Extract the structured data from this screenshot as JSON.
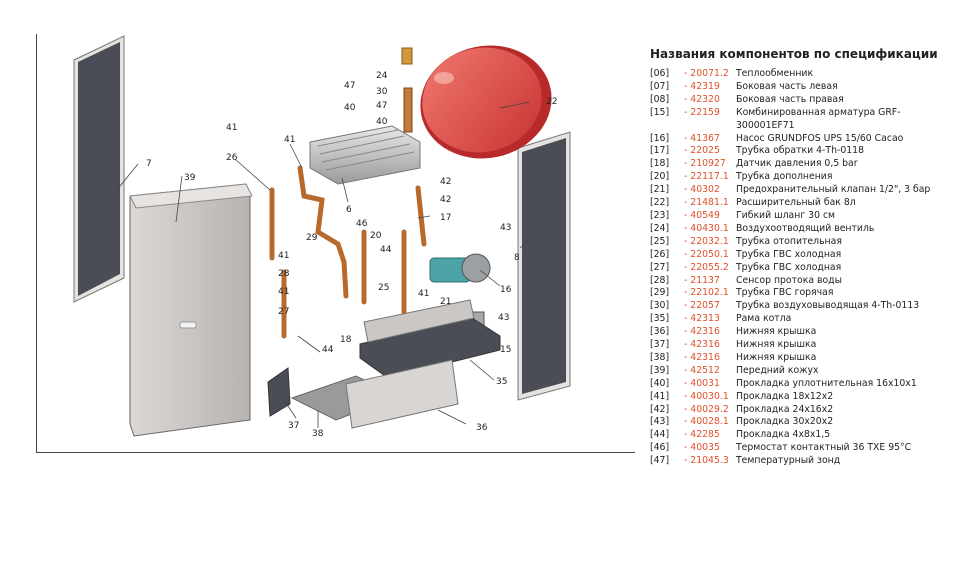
{
  "title": "Названия компонентов по спецификации",
  "parts": [
    {
      "ref": "[06]",
      "code": "- 20071.2",
      "name": "Теплообменник"
    },
    {
      "ref": "[07]",
      "code": "- 42319",
      "name": "Боковая часть левая"
    },
    {
      "ref": "[08]",
      "code": "- 42320",
      "name": "Боковая часть правая"
    },
    {
      "ref": "[15]",
      "code": "- 22159",
      "name": "Комбинированная арматура GRF-300001EF71"
    },
    {
      "ref": "[16]",
      "code": "- 41367",
      "name": "Насос GRUNDFOS UPS 15/60 Сасао"
    },
    {
      "ref": "[17]",
      "code": "- 22025",
      "name": "Трубка обратки 4-Th-0118"
    },
    {
      "ref": "[18]",
      "code": "- 210927",
      "name": "Датчик давления 0,5 bar"
    },
    {
      "ref": "[20]",
      "code": "- 22117.1",
      "name": "Трубка дополнения"
    },
    {
      "ref": "[21]",
      "code": "- 40302",
      "name": "Предохранительный клапан 1/2\", 3 бар"
    },
    {
      "ref": "[22]",
      "code": "- 21481.1",
      "name": "Расширительный бак 8л"
    },
    {
      "ref": "[23]",
      "code": "- 40549",
      "name": "Гибкий шланг 30 см"
    },
    {
      "ref": "[24]",
      "code": "- 40430.1",
      "name": "Воздухоотводящий вентиль"
    },
    {
      "ref": "[25]",
      "code": "- 22032.1",
      "name": "Трубка отопительная"
    },
    {
      "ref": "[26]",
      "code": "- 22050.1",
      "name": "Трубка ГВС холодная"
    },
    {
      "ref": "[27]",
      "code": "- 22055.2",
      "name": "Трубка ГВС холодная"
    },
    {
      "ref": "[28]",
      "code": "- 21137",
      "name": "Сенсор протока воды"
    },
    {
      "ref": "[29]",
      "code": "- 22102.1",
      "name": "Трубка ГВС горячая"
    },
    {
      "ref": "[30]",
      "code": "- 22057",
      "name": "Трубка воздуховыводящая 4-Th-0113"
    },
    {
      "ref": "[35]",
      "code": "- 42313",
      "name": "Рама котла"
    },
    {
      "ref": "[36]",
      "code": "- 42316",
      "name": "Нижняя крышка"
    },
    {
      "ref": "[37]",
      "code": "- 42316",
      "name": "Нижняя крышка"
    },
    {
      "ref": "[38]",
      "code": "- 42316",
      "name": "Нижняя крышка"
    },
    {
      "ref": "[39]",
      "code": "- 42512",
      "name": "Передний кожух"
    },
    {
      "ref": "[40]",
      "code": "- 40031",
      "name": "Прокладка уплотнительная 16х10х1"
    },
    {
      "ref": "[41]",
      "code": "- 40030.1",
      "name": "Прокладка 18х12х2"
    },
    {
      "ref": "[42]",
      "code": "- 40029.2",
      "name": "Прокладка 24х16х2"
    },
    {
      "ref": "[43]",
      "code": "- 40028.1",
      "name": "Прокладка 30х20х2"
    },
    {
      "ref": "[44]",
      "code": "- 42285",
      "name": "Прокладка 4х8х1,5"
    },
    {
      "ref": "[46]",
      "code": "- 40035",
      "name": "Термостат контактный 36 TXE 95°C"
    },
    {
      "ref": "[47]",
      "code": "- 21045.3",
      "name": "Температурный зонд"
    }
  ],
  "diagram": {
    "callouts": [
      {
        "id": "c7",
        "text": "7"
      },
      {
        "id": "c39",
        "text": "39"
      },
      {
        "id": "c26",
        "text": "26"
      },
      {
        "id": "c41a",
        "text": "41"
      },
      {
        "id": "c41b",
        "text": "41"
      },
      {
        "id": "c29",
        "text": "29"
      },
      {
        "id": "c47a",
        "text": "47"
      },
      {
        "id": "c40a",
        "text": "40"
      },
      {
        "id": "c24",
        "text": "24"
      },
      {
        "id": "c30",
        "text": "30"
      },
      {
        "id": "c47b",
        "text": "47"
      },
      {
        "id": "c40b",
        "text": "40"
      },
      {
        "id": "c22",
        "text": "22"
      },
      {
        "id": "c6",
        "text": "6"
      },
      {
        "id": "c42a",
        "text": "42"
      },
      {
        "id": "c42b",
        "text": "42"
      },
      {
        "id": "c17",
        "text": "17"
      },
      {
        "id": "c43a",
        "text": "43"
      },
      {
        "id": "c8",
        "text": "8"
      },
      {
        "id": "c16",
        "text": "16"
      },
      {
        "id": "c46",
        "text": "46"
      },
      {
        "id": "c20",
        "text": "20"
      },
      {
        "id": "c44a",
        "text": "44"
      },
      {
        "id": "c25",
        "text": "25"
      },
      {
        "id": "c41c",
        "text": "41"
      },
      {
        "id": "c28",
        "text": "28"
      },
      {
        "id": "c41d",
        "text": "41"
      },
      {
        "id": "c27",
        "text": "27"
      },
      {
        "id": "c44b",
        "text": "44"
      },
      {
        "id": "c18",
        "text": "18"
      },
      {
        "id": "c21",
        "text": "21"
      },
      {
        "id": "c41e",
        "text": "41"
      },
      {
        "id": "c43b",
        "text": "43"
      },
      {
        "id": "c15",
        "text": "15"
      },
      {
        "id": "c35",
        "text": "35"
      },
      {
        "id": "c37",
        "text": "37"
      },
      {
        "id": "c38",
        "text": "38"
      },
      {
        "id": "c36",
        "text": "36"
      }
    ]
  },
  "colors": {
    "code": "#e0502a",
    "tank": "#e04848",
    "panel_dark": "#4a4d55",
    "panel_light": "#cbc7c5",
    "copper": "#c47a3c",
    "pump": "#4da3a6"
  }
}
